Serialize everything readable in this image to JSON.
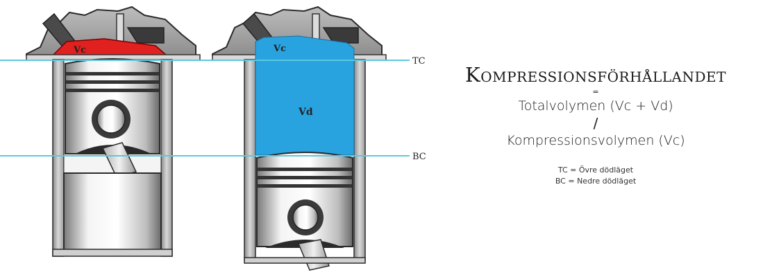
{
  "diagram": {
    "left_engine": {
      "label_vc": "Vc"
    },
    "right_engine": {
      "label_vc": "Vc",
      "label_vd": "Vd"
    },
    "line_labels": {
      "tc": "TC",
      "bc": "BC"
    }
  },
  "formula": {
    "title": "Kompressionsförhållandet",
    "equals": "=",
    "numerator": "Totalvolymen (Vc + Vd)",
    "divider": "/",
    "denominator": "Kompressionsvolymen (Vc)"
  },
  "legend": {
    "tc": "TC = Övre dödläget",
    "bc": "BC = Nedre dödläget"
  },
  "colors": {
    "compression_volume": "#e0211f",
    "displacement_volume": "#29a3e0",
    "reference_line": "#5bc8df",
    "metal_dark": "#3a3a3a",
    "metal_light": "#e6e6e6"
  }
}
